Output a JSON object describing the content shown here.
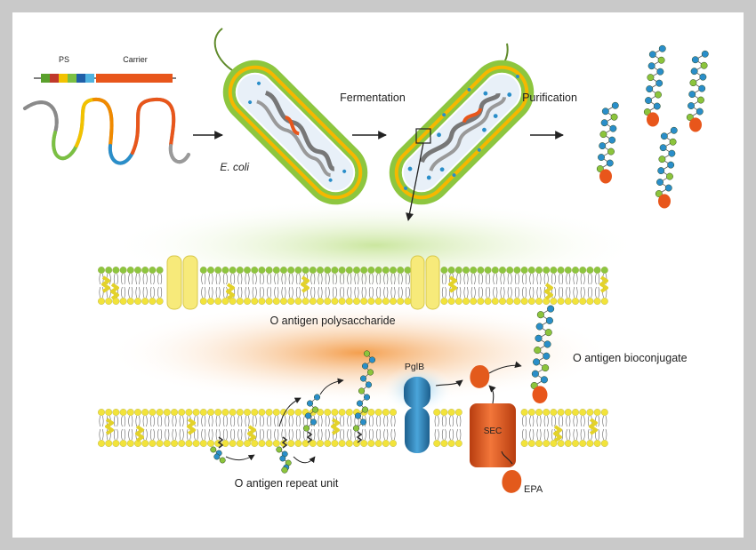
{
  "labels": {
    "ps": "PS",
    "carrier": "Carrier",
    "ecoli": "E. coli",
    "fermentation": "Fermentation",
    "purification": "Purification",
    "o_antigen_polysaccharide": "O antigen polysaccharide",
    "pglb": "PglB",
    "o_antigen_bioconjugate": "O antigen bioconjugate",
    "sec": "SEC",
    "epa": "EPA",
    "o_antigen_repeat_unit": "O antigen repeat unit"
  },
  "colors": {
    "membrane_head_green": "#8dc63f",
    "membrane_head_yellow": "#f2e33a",
    "channel_yellow": "#f7ea7a",
    "pglb_blue": "#2a7fb8",
    "sec_orange": "#e35a1c",
    "carrier_orange": "#e8561b",
    "sugar_green": "#8cc43c",
    "sugar_blue": "#2a8ec9",
    "cell_outer": "#8dc63f",
    "cell_wall": "#f5b800",
    "glow_green": "#cfe8a8",
    "glow_orange": "#f6a85a"
  }
}
